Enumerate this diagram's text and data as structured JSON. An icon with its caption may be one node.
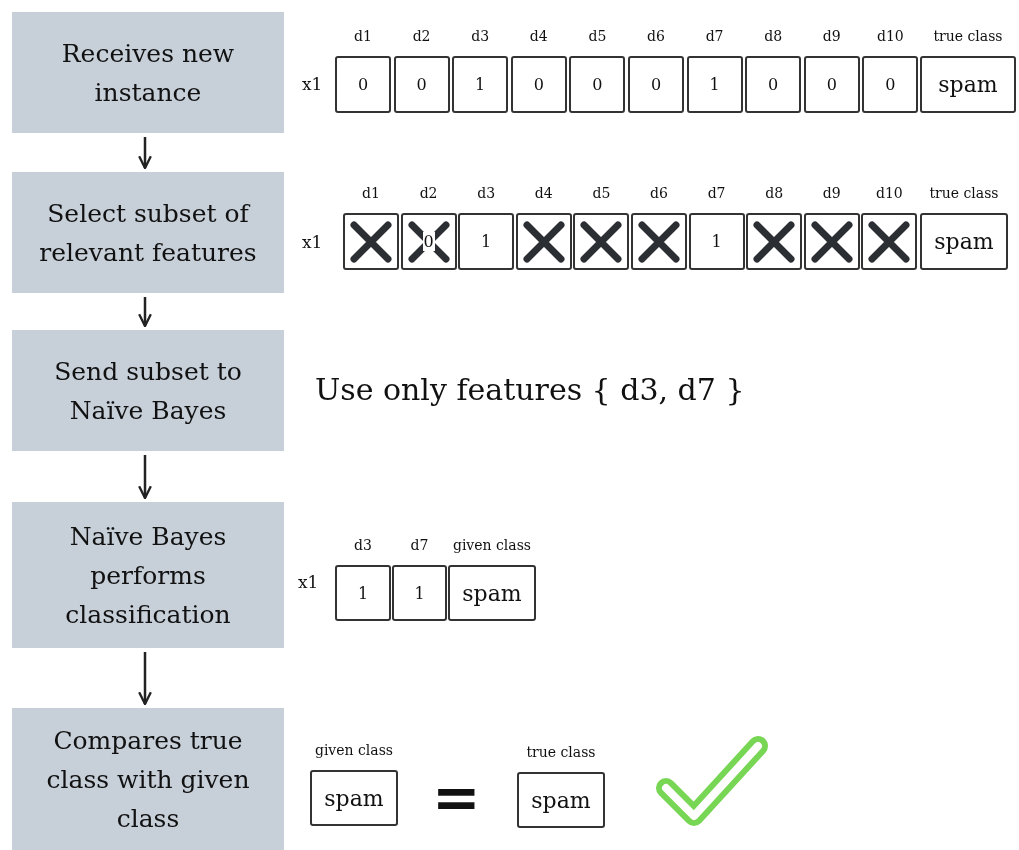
{
  "diagram": {
    "nodes": [
      {
        "text": [
          "Receives new instance"
        ]
      },
      {
        "text": [
          "0"
        ],
        "beside": [
          "d1"
        ]
      },
      {
        "text": [
          "0"
        ],
        "beside": [
          "d2"
        ]
      },
      {
        "text": [
          "1"
        ],
        "beside": [
          "d3"
        ]
      },
      {
        "text": [
          "0"
        ],
        "beside": [
          "d4"
        ]
      },
      {
        "text": [
          "0"
        ],
        "beside": [
          "d5"
        ]
      },
      {
        "text": [
          "0"
        ],
        "beside": [
          "d6"
        ]
      },
      {
        "text": [
          "1"
        ],
        "beside": [
          "d7"
        ]
      },
      {
        "text": [
          "0"
        ],
        "beside": [
          "d8"
        ]
      },
      {
        "text": [
          "0"
        ],
        "beside": [
          "d9"
        ]
      },
      {
        "text": [
          "0"
        ],
        "beside": [
          "d10"
        ]
      },
      {
        "text": [
          "spam"
        ],
        "beside": [
          "true class"
        ]
      },
      {
        "text": [
          "Select subset of relevant features"
        ]
      },
      {
        "text": [],
        "shape": "box",
        "beside": [
          "d1"
        ]
      },
      {
        "text": [
          "0"
        ],
        "beside": [
          "d2"
        ]
      },
      {
        "text": [
          "1"
        ],
        "beside": [
          "d3"
        ]
      },
      {
        "text": [],
        "shape": "box",
        "beside": [
          "d4"
        ]
      },
      {
        "text": [],
        "shape": "box",
        "beside": [
          "d5"
        ]
      },
      {
        "text": [],
        "shape": "box",
        "beside": [
          "d6"
        ]
      },
      {
        "text": [
          "1"
        ],
        "beside": [
          "d7"
        ]
      },
      {
        "text": [],
        "shape": "box",
        "beside": [
          "d8"
        ]
      },
      {
        "text": [],
        "shape": "box",
        "beside": [
          "d9"
        ]
      },
      {
        "text": [],
        "shape": "box",
        "beside": [
          "d10"
        ]
      },
      {
        "text": [
          "spam"
        ],
        "beside": [
          "true class"
        ]
      },
      {
        "text": [
          "Send subset to Naïve Bayes"
        ]
      },
      {
        "text": [
          "Naïve Bayes performs classification"
        ]
      },
      {
        "text": [
          "1"
        ],
        "beside": [
          "d3"
        ]
      },
      {
        "text": [
          "1"
        ],
        "beside": [
          "d7"
        ]
      },
      {
        "text": [
          "spam"
        ],
        "beside": [
          "given class"
        ]
      },
      {
        "text": [
          "Compares true class with given class"
        ]
      },
      {
        "text": [
          "spam"
        ],
        "beside": [
          "given class"
        ]
      },
      {
        "text": [
          "spam"
        ],
        "beside": [
          "true class"
        ]
      }
    ],
    "edges": [
      {
        "from": 0,
        "to": 12,
        "arrow": "to"
      },
      {
        "from": 12,
        "to": 24,
        "arrow": "to"
      },
      {
        "from": 24,
        "to": 25,
        "arrow": "to"
      },
      {
        "from": 25,
        "to": 29,
        "arrow": "to"
      }
    ],
    "labels": [
      "x1",
      "x1",
      "Use only features { d3, d7 }",
      "x1",
      "="
    ]
  }
}
